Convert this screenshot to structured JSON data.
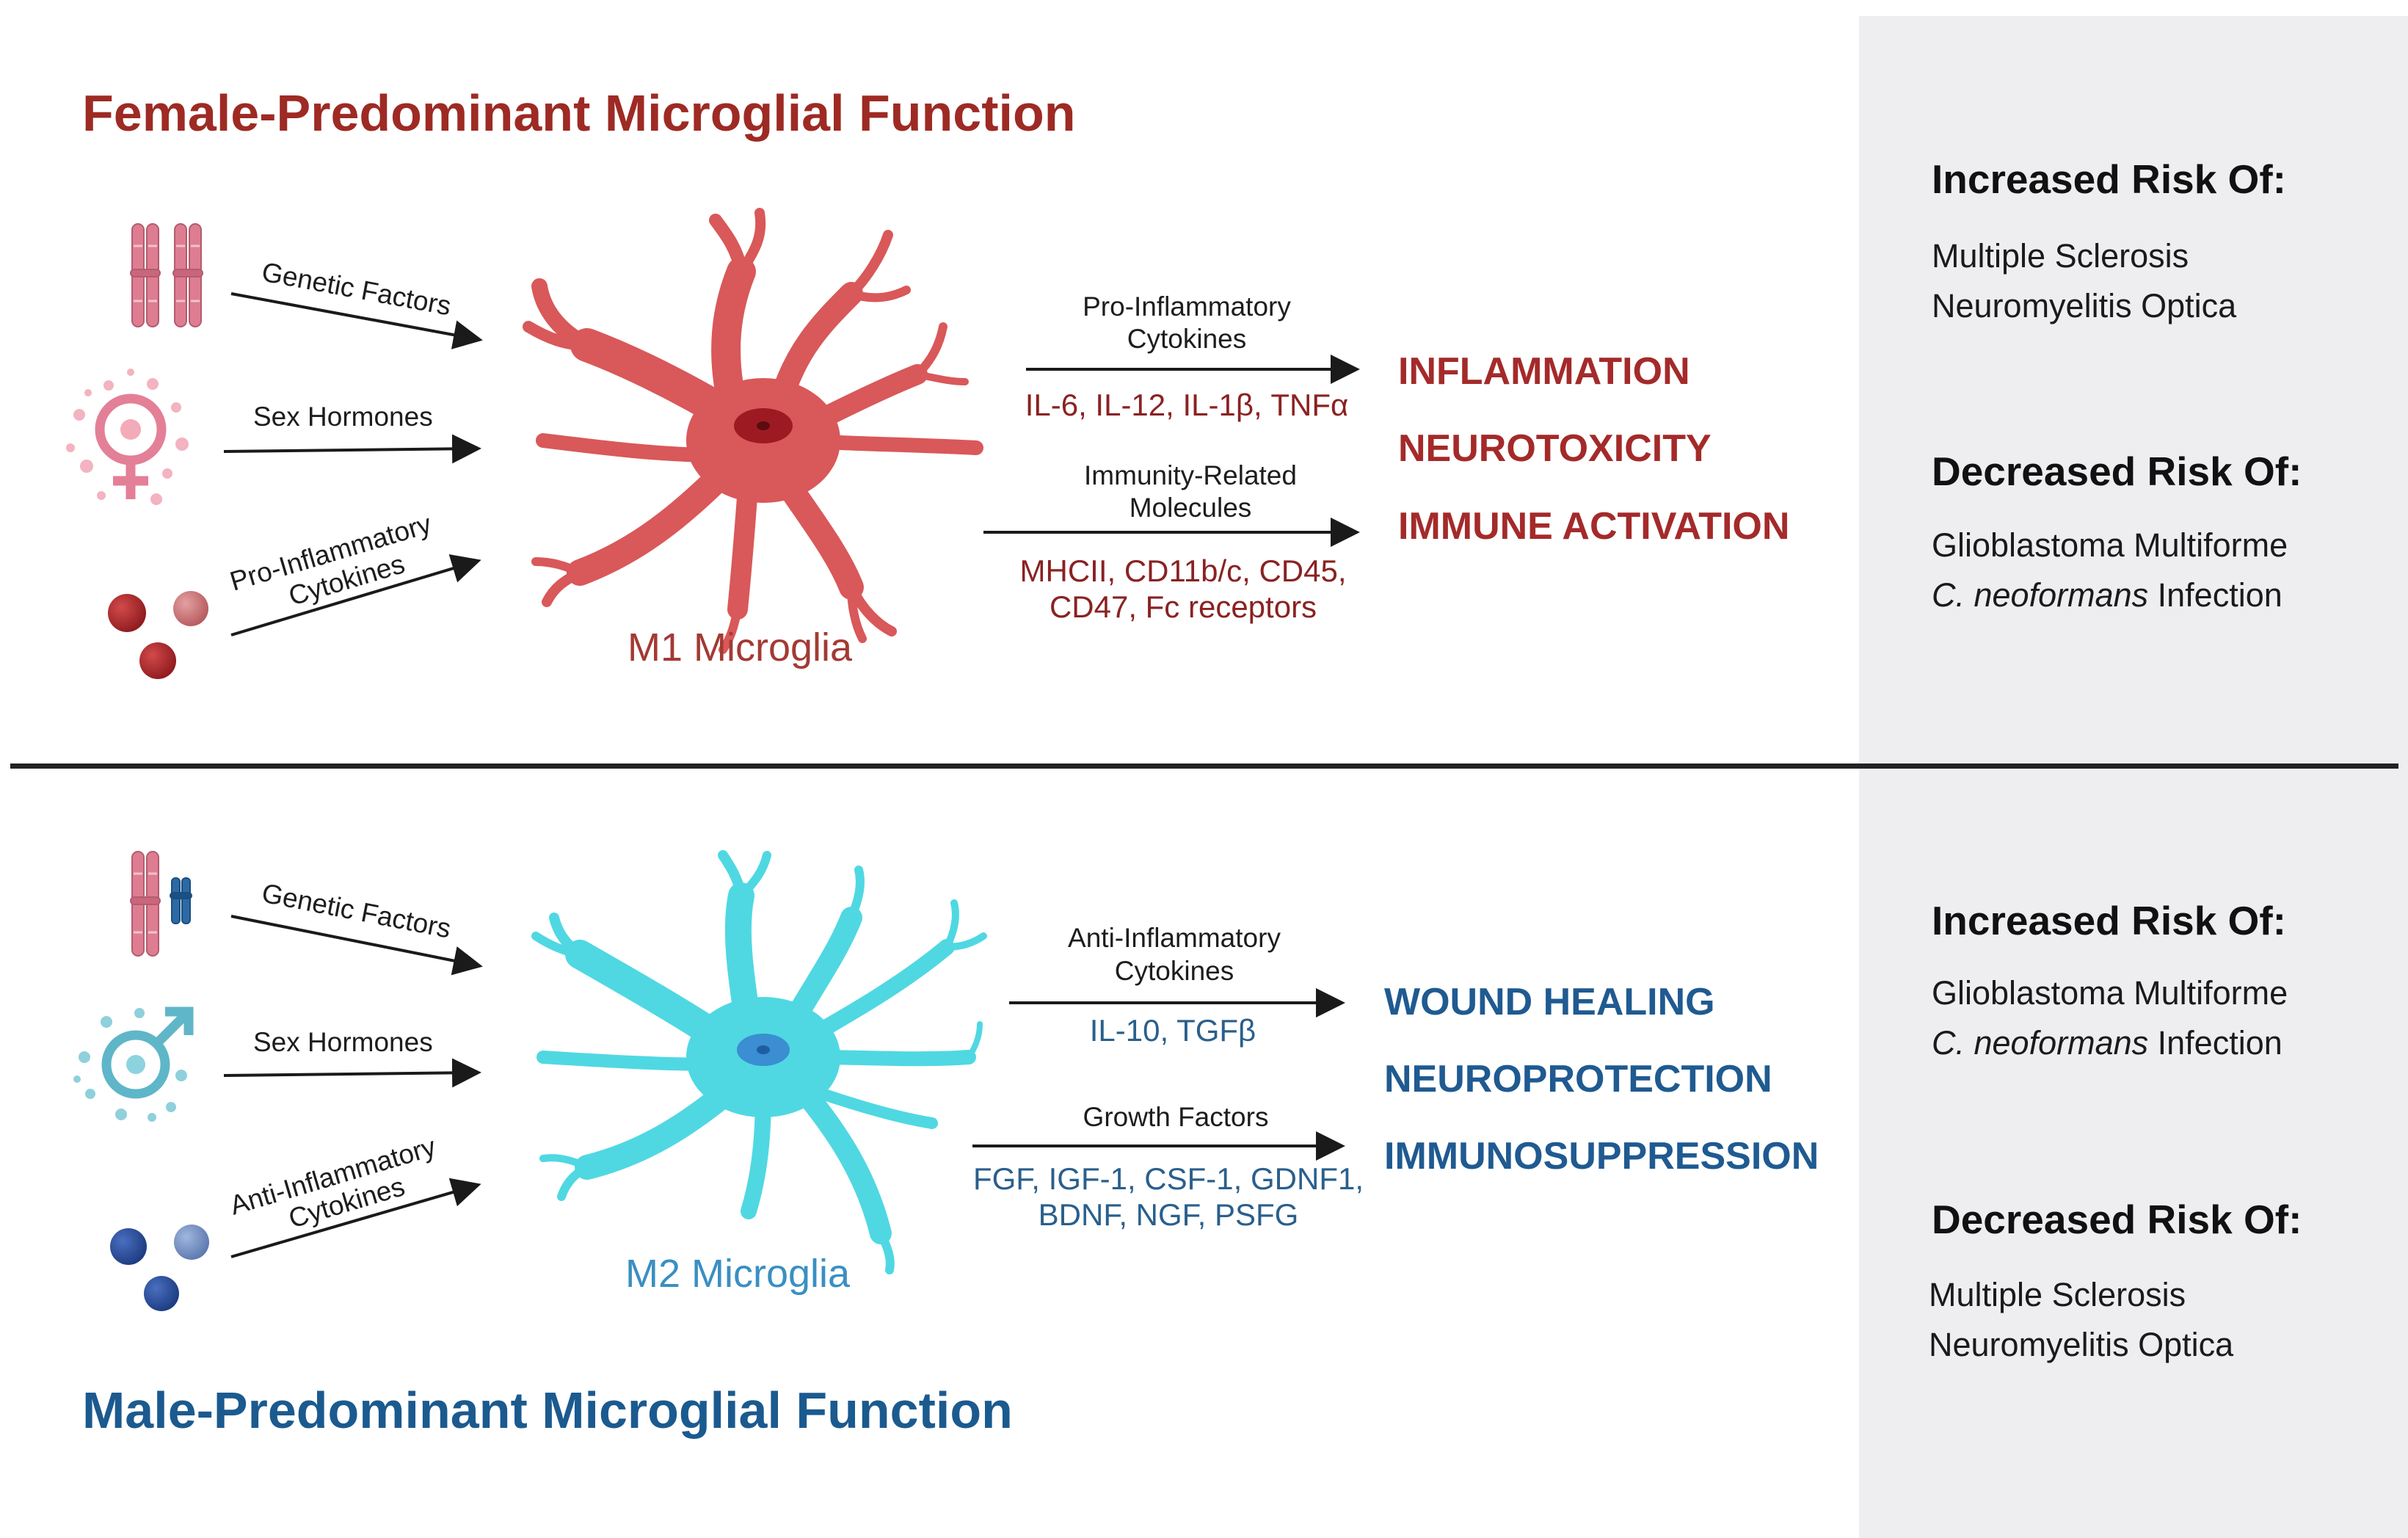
{
  "female": {
    "title": "Female-Predominant Microglial Function",
    "inputs": {
      "genetic": "Genetic Factors",
      "hormones": "Sex Hormones",
      "cytokines_line1": "Pro-Inflammatory",
      "cytokines_line2": "Cytokines"
    },
    "cell_label": "M1 Microglia",
    "outputs": {
      "top_label_line1": "Pro-Inflammatory",
      "top_label_line2": "Cytokines",
      "top_molecules": "IL-6, IL-12, IL-1β, TNFα",
      "bottom_label_line1": "Immunity-Related",
      "bottom_label_line2": "Molecules",
      "bottom_molecules_line1": "MHCII, CD11b/c, CD45,",
      "bottom_molecules_line2": "CD47, Fc receptors"
    },
    "effects": [
      "INFLAMMATION",
      "NEUROTOXICITY",
      "IMMUNE ACTIVATION"
    ],
    "risk": {
      "increased_heading": "Increased Risk Of:",
      "increased": [
        "Multiple Sclerosis",
        "Neuromyelitis Optica"
      ],
      "decreased_heading": "Decreased Risk Of:",
      "decreased_1": "Glioblastoma Multiforme",
      "decreased_2_italic": "C. neoformans",
      "decreased_2_rest": " Infection"
    }
  },
  "male": {
    "title": "Male-Predominant Microglial Function",
    "inputs": {
      "genetic": "Genetic Factors",
      "hormones": "Sex Hormones",
      "cytokines_line1": "Anti-Inflammatory",
      "cytokines_line2": "Cytokines"
    },
    "cell_label": "M2 Microglia",
    "outputs": {
      "top_label_line1": "Anti-Inflammatory",
      "top_label_line2": "Cytokines",
      "top_molecules": "IL-10, TGFβ",
      "bottom_label_line1": "Growth Factors",
      "bottom_molecules_line1": "FGF, IGF-1, CSF-1, GDNF1,",
      "bottom_molecules_line2": "BDNF, NGF, PSFG"
    },
    "effects": [
      "WOUND HEALING",
      "NEUROPROTECTION",
      "IMMUNOSUPPRESSION"
    ],
    "risk": {
      "increased_heading": "Increased Risk Of:",
      "increased_1": "Glioblastoma Multiforme",
      "increased_2_italic": "C. neoformans",
      "increased_2_rest": " Infection",
      "decreased_heading": "Decreased Risk Of:",
      "decreased": [
        "Multiple Sclerosis",
        "Neuromyelitis Optica"
      ]
    }
  },
  "colors": {
    "female_accent": "#a42a2a",
    "male_accent": "#1f5a91",
    "m1_cell": "#d9585a",
    "m2_cell": "#4fd8e2",
    "risk_panel": "#eeedf0",
    "divider": "#222222"
  },
  "icons": {
    "female_genetic": "xx-chromosome-icon",
    "female_hormone": "female-symbol-icon",
    "female_cytokine": "red-cytokine-molecules-icon",
    "male_genetic": "xy-chromosome-icon",
    "male_hormone": "male-symbol-icon",
    "male_cytokine": "blue-cytokine-molecules-icon"
  }
}
